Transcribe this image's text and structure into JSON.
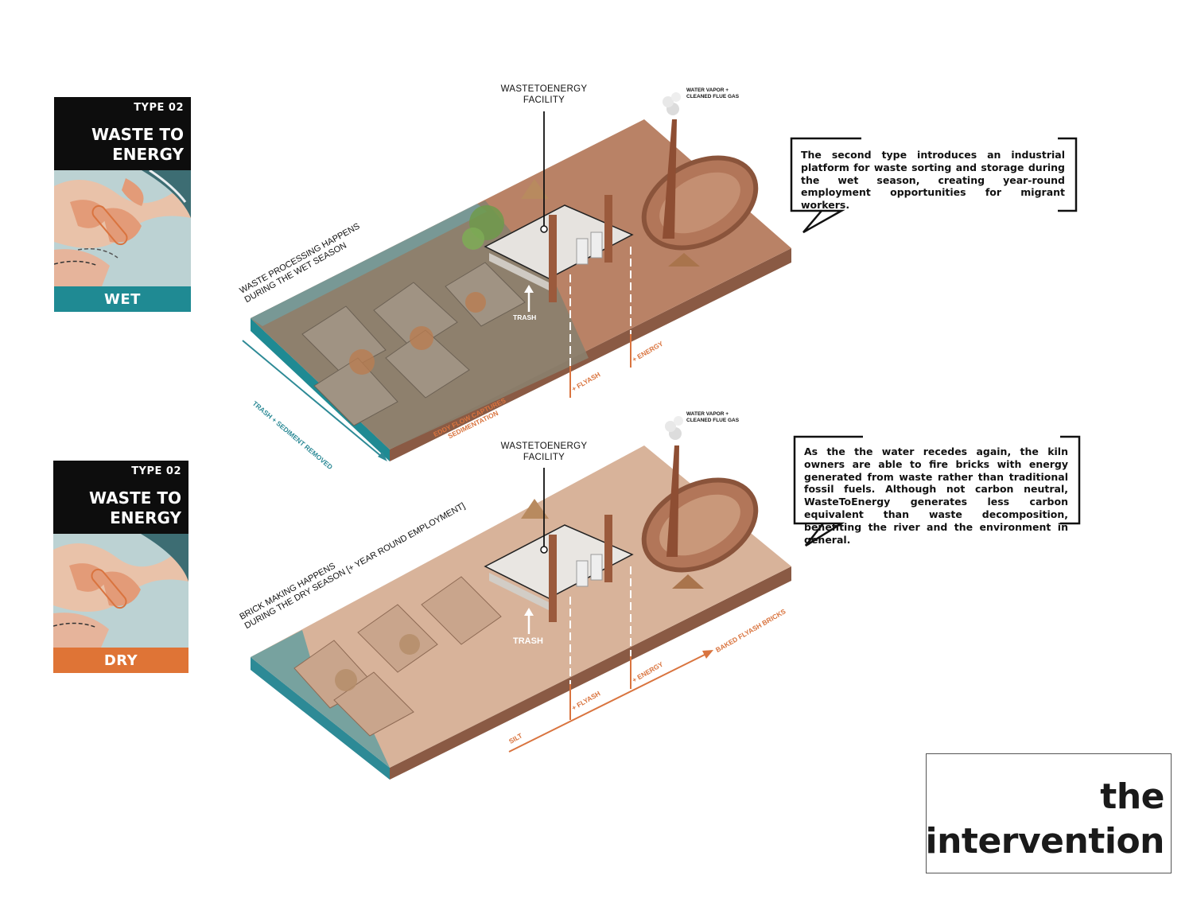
{
  "cards": [
    {
      "type_label": "TYPE 02",
      "title_line1": "WASTE TO",
      "title_line2": "ENERGY",
      "season": "WET",
      "season_color": "#1f8a93"
    },
    {
      "type_label": "TYPE 02",
      "title_line1": "WASTE TO",
      "title_line2": "ENERGY",
      "season": "DRY",
      "season_color": "#df7436"
    }
  ],
  "wet": {
    "facility_label_line1": "WASTETOENERGY",
    "facility_label_line2": "FACILITY",
    "vapor_line1": "WATER VAPOR +",
    "vapor_line2": "CLEANED FLUE GAS",
    "season_note_line1": "WASTE PROCESSING HAPPENS",
    "season_note_line2": "DURING THE WET SEASON",
    "trash": "TRASH",
    "flyash": "+ FLYASH",
    "energy": "+ ENERGY",
    "eddy_line1": "EDDY FLOW CAPTURES",
    "eddy_line2": "SEDIMENTATION",
    "trash_removed": "TRASH + SEDIMENT REMOVED",
    "callout": "The second type introduces an industrial platform for waste sorting and storage during the wet season, creating year-round employment opportunities for migrant workers."
  },
  "dry": {
    "facility_label_line1": "WASTETOENERGY",
    "facility_label_line2": "FACILITY",
    "vapor_line1": "WATER VAPOR +",
    "vapor_line2": "CLEANED FLUE GAS",
    "season_note_line1": "BRICK MAKING HAPPENS",
    "season_note_line2": "DURING THE DRY SEASON   [+ YEAR ROUND EMPLOYMENT]",
    "trash": "TRASH",
    "flyash": "+ FLYASH",
    "energy": "+ ENERGY",
    "silt": "SILT",
    "baked": "BAKED FLYASH BRICKS",
    "callout": "As the the water recedes again, the kiln owners are able to fire bricks with energy generated from waste rather than traditional fossil fuels.  Although not carbon neutral, WasteToEnergy generates less carbon equivalent than waste decomposition, benefiting the river and the environment in general."
  },
  "title": {
    "line1": "the",
    "line2": "intervention"
  },
  "colors": {
    "water": "#2d8a96",
    "accent": "#d9743f",
    "soil": "#b98266",
    "sand": "#d8b39a"
  }
}
